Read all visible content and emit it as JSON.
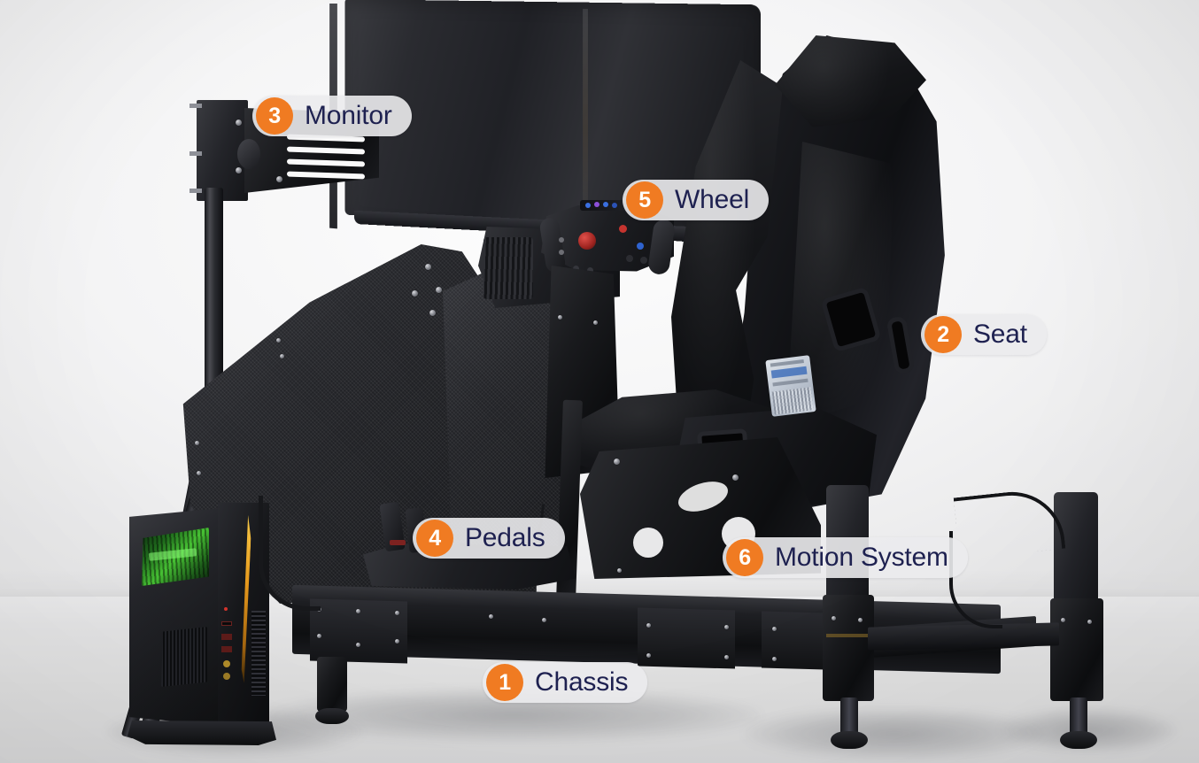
{
  "image": {
    "subject": "Motion racing simulator rig",
    "background_color": "#f1f1f2",
    "floor_color": "#e1e1e2",
    "accent_color": "#F07B22",
    "label_text_color": "#1E2150",
    "label_pill_color": "#ebebed"
  },
  "annotations": [
    {
      "number": "1",
      "label": "Chassis",
      "name": "chassis"
    },
    {
      "number": "2",
      "label": "Seat",
      "name": "seat"
    },
    {
      "number": "3",
      "label": "Monitor",
      "name": "monitor"
    },
    {
      "number": "4",
      "label": "Pedals",
      "name": "pedals"
    },
    {
      "number": "5",
      "label": "Wheel",
      "name": "wheel"
    },
    {
      "number": "6",
      "label": "Motion System",
      "name": "motion-system"
    }
  ],
  "parts": {
    "monitor": "ultrawide curved display",
    "monitor_mount": "vertical pole mount with slotted crossbar",
    "wheel": "formula-style quick-release steering wheel",
    "seat": "fiberglass racing bucket seat with harness slots",
    "pedals": "pedal set on carbon fiber footplate",
    "chassis": "bolted black steel beam frame",
    "motion_system": "four linear actuators with adjustable feet",
    "pc": "gaming PC tower with green-lit side window and amber accent stripe"
  }
}
